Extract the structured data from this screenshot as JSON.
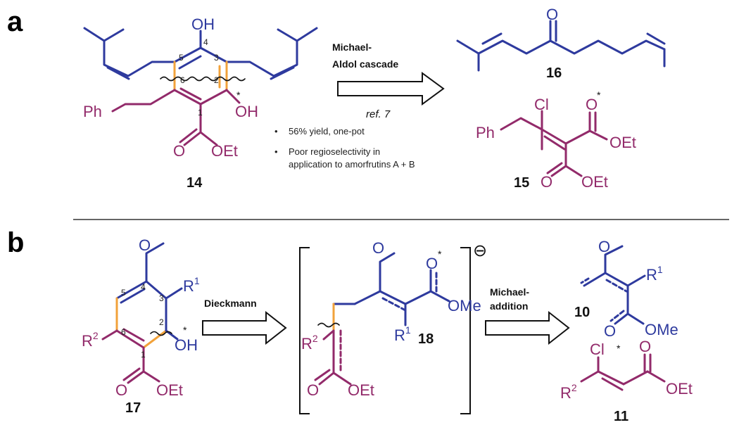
{
  "panel_a": {
    "label": "a",
    "compound_14": {
      "number": "14",
      "oh_top": "OH",
      "oh_right": "OH",
      "ph": "Ph",
      "ester_o": "O",
      "ester_oet": "OEt",
      "star": "*",
      "ring_numbers": [
        "1",
        "2",
        "3",
        "4",
        "5",
        "6"
      ]
    },
    "arrow": {
      "line1": "Michael-",
      "line2": "Aldol cascade",
      "ref": "ref. 7"
    },
    "notes": [
      "56% yield, one-pot",
      "Poor regioselectivity in",
      "application to amorfrutins A + B"
    ],
    "compound_16": {
      "number": "16",
      "o": "O"
    },
    "compound_15": {
      "number": "15",
      "cl": "Cl",
      "ph": "Ph",
      "o1": "O",
      "oet1": "OEt",
      "o2": "O",
      "oet2": "OEt",
      "star": "*"
    }
  },
  "panel_b": {
    "label": "b",
    "compound_17": {
      "number": "17",
      "o_methoxy": "O",
      "r1": "R",
      "r1_sup": "1",
      "r2": "R",
      "r2_sup": "2",
      "oh": "OH",
      "star": "*",
      "ester_o": "O",
      "ester_oet": "OEt",
      "ring_numbers": [
        "1",
        "2",
        "3",
        "4",
        "5",
        "6"
      ]
    },
    "arrow1": {
      "label": "Dieckmann"
    },
    "compound_18": {
      "number": "18",
      "o_methoxy": "O",
      "o_top": "O",
      "star": "*",
      "ome": "OMe",
      "r1": "R",
      "r1_sup": "1",
      "r2": "R",
      "r2_sup": "2",
      "ester_o": "O",
      "ester_oet": "OEt",
      "charge": "⊖"
    },
    "arrow2": {
      "line1": "Michael-",
      "line2": "addition"
    },
    "compound_10": {
      "number": "10",
      "o_methoxy": "O",
      "r1": "R",
      "r1_sup": "1",
      "o": "O",
      "ome": "OMe",
      "star": "*"
    },
    "compound_11": {
      "number": "11",
      "cl": "Cl",
      "r2": "R",
      "r2_sup": "2",
      "o": "O",
      "oet": "OEt"
    }
  }
}
